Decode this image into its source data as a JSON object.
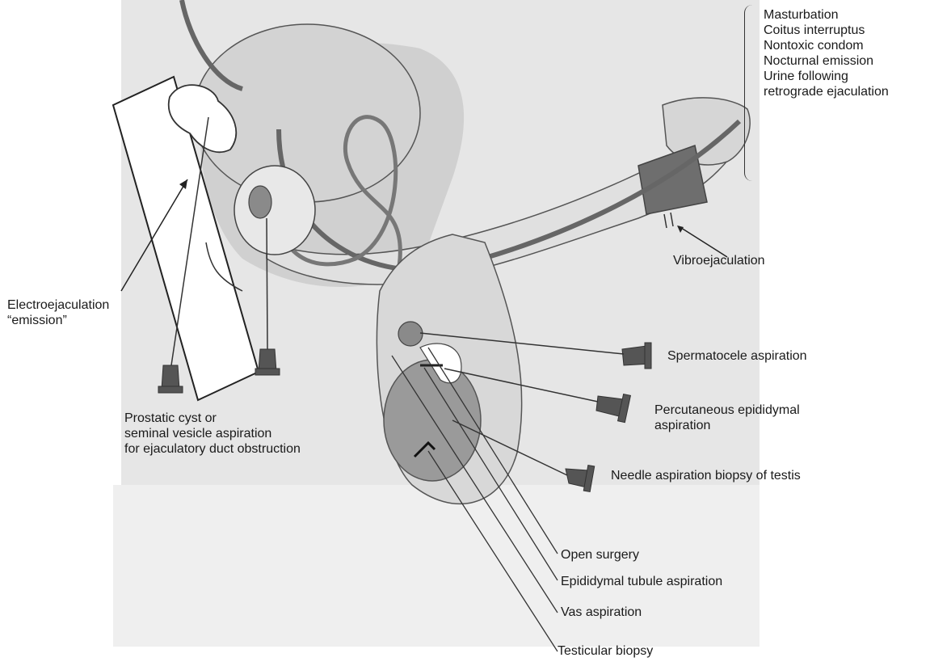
{
  "labels": {
    "collection_methods": [
      "Masturbation",
      "Coitus interruptus",
      "Nontoxic condom",
      "Nocturnal emission",
      "Urine following",
      "retrograde ejaculation"
    ],
    "vibroejaculation": "Vibroejaculation",
    "electroejaculation": [
      "Electroejaculation",
      "“emission”"
    ],
    "prostatic_cyst": [
      "Prostatic cyst or",
      "seminal vesicle aspiration",
      "for ejaculatory duct obstruction"
    ],
    "spermatocele_aspiration": "Spermatocele aspiration",
    "percutaneous_epididymal": [
      "Percutaneous epididymal",
      "aspiration"
    ],
    "needle_aspiration": "Needle aspiration biopsy of testis",
    "open_surgery": "Open surgery",
    "epididymal_tubule": "Epididymal tubule aspiration",
    "vas_aspiration": "Vas aspiration",
    "testicular_biopsy": "Testicular biopsy"
  },
  "colors": {
    "tissue": "#e3e3e3",
    "shadow": "#cfcfcf",
    "organ": "#d6d6d6",
    "dark_organ": "#8e8e8e",
    "needle_hub": "#5a5a5a",
    "line": "#3a3a3a"
  }
}
